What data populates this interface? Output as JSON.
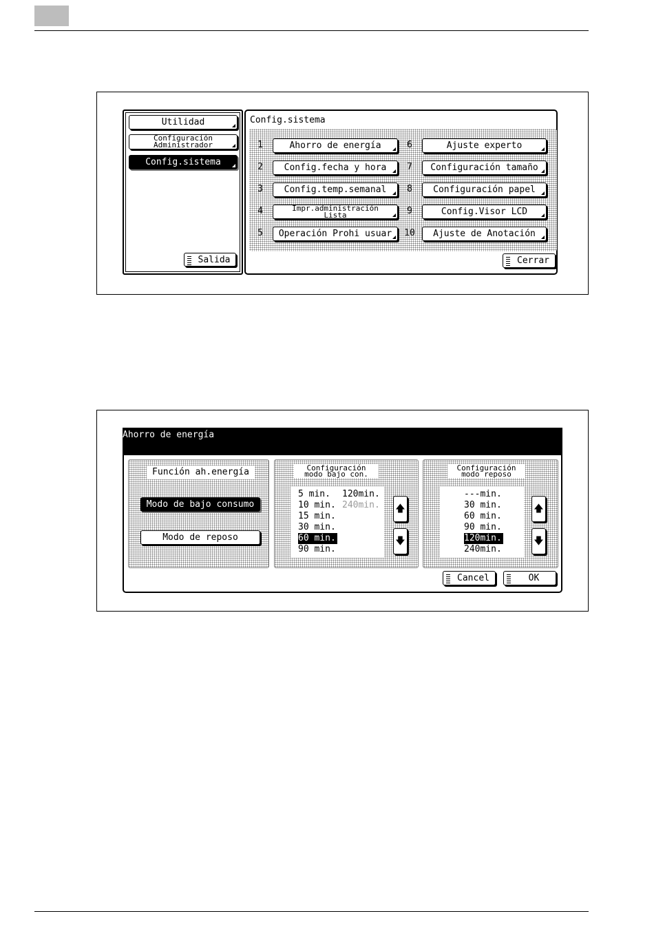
{
  "screen1": {
    "left_menu": {
      "utilidad": "Utilidad",
      "config_admin_line1": "Configuración",
      "config_admin_line2": "Administrador",
      "config_sistema": "Config.sistema",
      "salida": "Salida"
    },
    "title": "Config.sistema",
    "items": [
      {
        "num": "1",
        "label": "Ahorro de energía"
      },
      {
        "num": "2",
        "label": "Config.fecha y hora"
      },
      {
        "num": "3",
        "label": "Config.temp.semanal"
      },
      {
        "num": "4",
        "label_line1": "Impr.administración",
        "label_line2": "Lista"
      },
      {
        "num": "5",
        "label": "Operación Prohi usuar"
      },
      {
        "num": "6",
        "label": "Ajuste experto"
      },
      {
        "num": "7",
        "label": "Configuración tamaño"
      },
      {
        "num": "8",
        "label": "Configuración papel"
      },
      {
        "num": "9",
        "label": "Config.Visor LCD"
      },
      {
        "num": "10",
        "label": "Ajuste de Anotación"
      }
    ],
    "close": "Cerrar"
  },
  "screen2": {
    "title": "Ahorro de energía",
    "function": {
      "header": "Función ah.energía",
      "low_power": "Modo de bajo consumo",
      "sleep": "Modo de reposo"
    },
    "low_power_config": {
      "header_line1": "Configuración",
      "header_line2": "modo bajo con.",
      "col1": [
        "5 min.",
        "10 min.",
        "15 min.",
        "30 min.",
        "60 min.",
        "90 min."
      ],
      "col2": [
        "120min.",
        "240min."
      ],
      "selected": "60 min.",
      "disabled": "240min."
    },
    "sleep_config": {
      "header_line1": "Configuración",
      "header_line2": "modo reposo",
      "values": [
        "---min.",
        "30 min.",
        "60 min.",
        "90 min.",
        "120min.",
        "240min."
      ],
      "selected": "120min."
    },
    "cancel": "Cancel",
    "ok": "OK"
  }
}
